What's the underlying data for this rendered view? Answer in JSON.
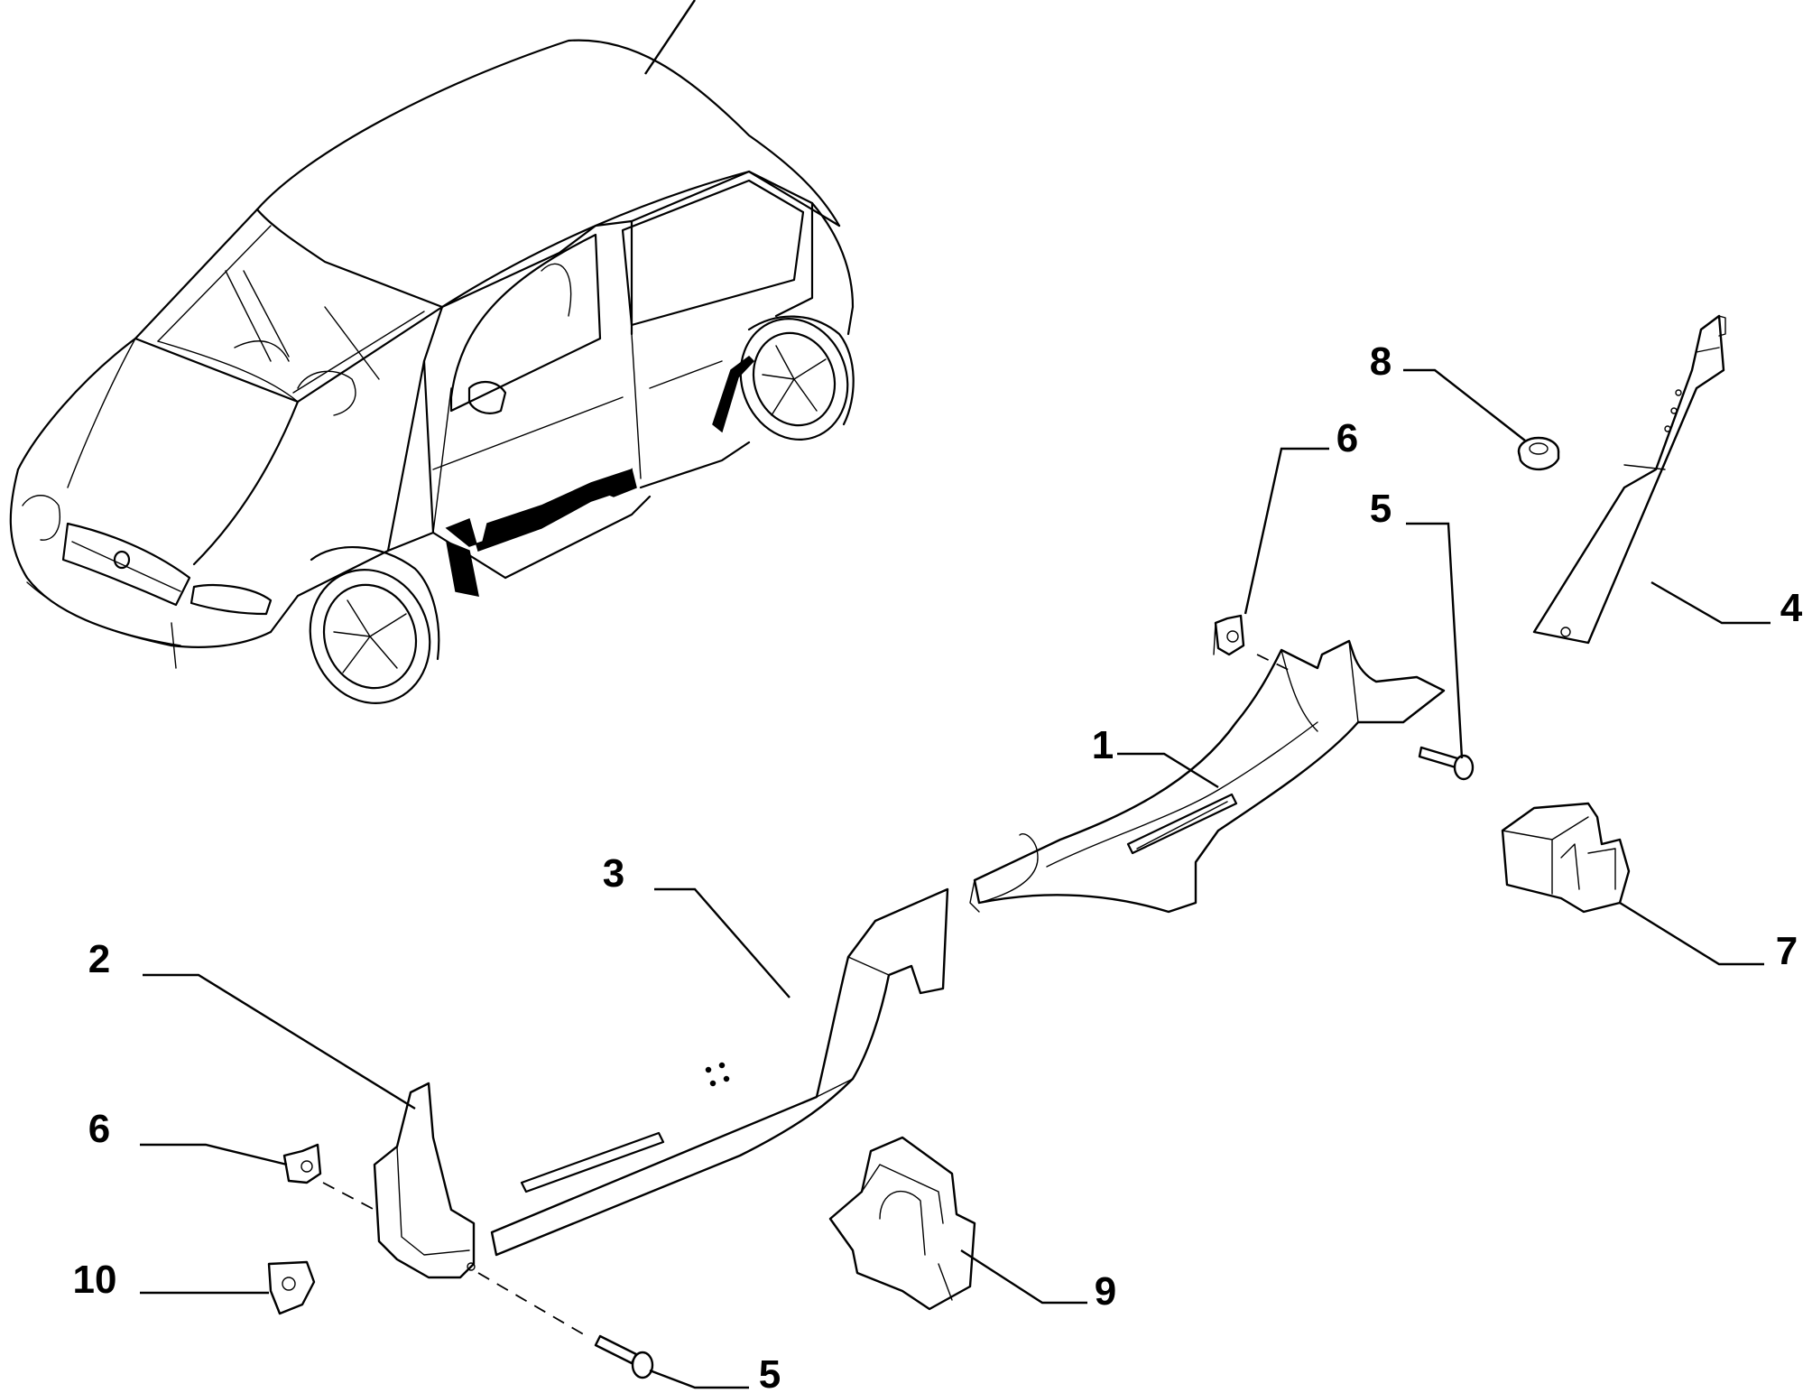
{
  "diagram": {
    "callouts": [
      {
        "id": "c1",
        "label": "1"
      },
      {
        "id": "c2",
        "label": "2"
      },
      {
        "id": "c3",
        "label": "3"
      },
      {
        "id": "c4",
        "label": "4"
      },
      {
        "id": "c5a",
        "label": "5"
      },
      {
        "id": "c5b",
        "label": "5"
      },
      {
        "id": "c6a",
        "label": "6"
      },
      {
        "id": "c6b",
        "label": "6"
      },
      {
        "id": "c7",
        "label": "7"
      },
      {
        "id": "c8",
        "label": "8"
      },
      {
        "id": "c9",
        "label": "9"
      },
      {
        "id": "c10",
        "label": "10"
      }
    ]
  }
}
